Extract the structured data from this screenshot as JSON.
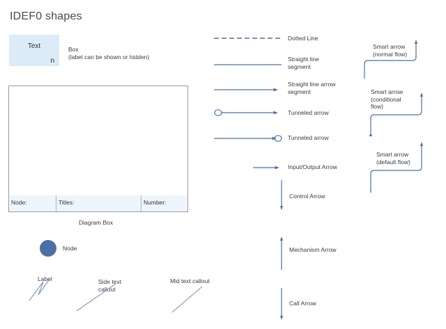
{
  "page": {
    "title": "IDEF0 shapes",
    "background_color": "#ffffff",
    "line_color": "#4c6fa5",
    "accent_fill": "#dcebf8",
    "node_color": "#4c6fa5",
    "box_border_color": "#9a9a9a",
    "footer_fill": "#eef5fc",
    "text_color": "#3b3b3b"
  },
  "idef0_box": {
    "text": "Text",
    "number": "n",
    "caption": "Box\n(label can be shown or hidden)"
  },
  "diagram_box": {
    "caption": "Diagram Box",
    "footer_cells": [
      {
        "label": "Node:"
      },
      {
        "label": "Titles:"
      },
      {
        "label": "Number:"
      }
    ]
  },
  "node": {
    "caption": "Node"
  },
  "callouts": [
    {
      "name": "label-callout",
      "caption": "Label"
    },
    {
      "name": "side-text-callout",
      "caption": "Side text\ncallout"
    },
    {
      "name": "mid-text-callout",
      "caption": "Mid text callout"
    }
  ],
  "line_legend": [
    {
      "name": "dotted-line",
      "label": "Dotted Line"
    },
    {
      "name": "straight-line-segment",
      "label": "Straight line\nsegment"
    },
    {
      "name": "straight-line-arrow-segment",
      "label": "Straight line arrow\nsegment"
    },
    {
      "name": "tunneled-arrow-start",
      "label": "Tunneled arrow"
    },
    {
      "name": "tunneled-arrow-end",
      "label": "Tunneled arrow"
    },
    {
      "name": "input-output-arrow",
      "label": "Input/Output Arrow"
    },
    {
      "name": "control-arrow",
      "label": "Control Arrow"
    },
    {
      "name": "mechanism-arrow",
      "label": "Mechanism Arrow"
    },
    {
      "name": "call-arrow",
      "label": "Call Arrow"
    }
  ],
  "smart_arrows": [
    {
      "name": "smart-arrow-normal-flow",
      "label": "Smart arrow\n(normal flow)"
    },
    {
      "name": "smart-arrow-conditional-flow",
      "label": "Smart arrow\n(conditional\nflow)"
    },
    {
      "name": "smart-arrow-default-flow",
      "label": "Smart arrow\n(default flow)"
    }
  ]
}
